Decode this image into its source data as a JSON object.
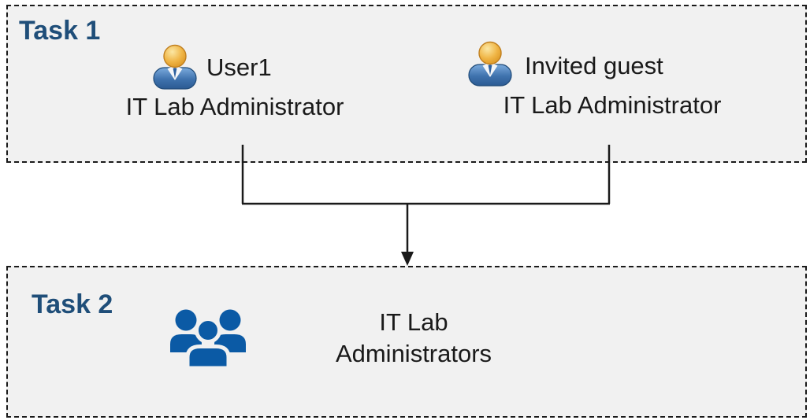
{
  "task1": {
    "label": "Task 1",
    "person1": {
      "icon": "person-icon",
      "name": "User1",
      "role": "IT Lab Administrator"
    },
    "person2": {
      "icon": "person-icon",
      "name": "Invited guest",
      "role": "IT Lab Administrator"
    }
  },
  "task2": {
    "label": "Task 2",
    "group": {
      "icon": "people-group-icon",
      "name": "IT Lab Administrators"
    }
  },
  "connector": {
    "icon": "merge-arrow-down"
  },
  "colors": {
    "heading": "#1f4e79",
    "panel_background": "#f1f1f1",
    "panel_border": "#1a1a1a",
    "text": "#1a1a1a",
    "group_icon": "#0b5aa5",
    "person_head": "#efb541",
    "person_body": "#3a6ea8",
    "connector": "#1a1a1a"
  }
}
